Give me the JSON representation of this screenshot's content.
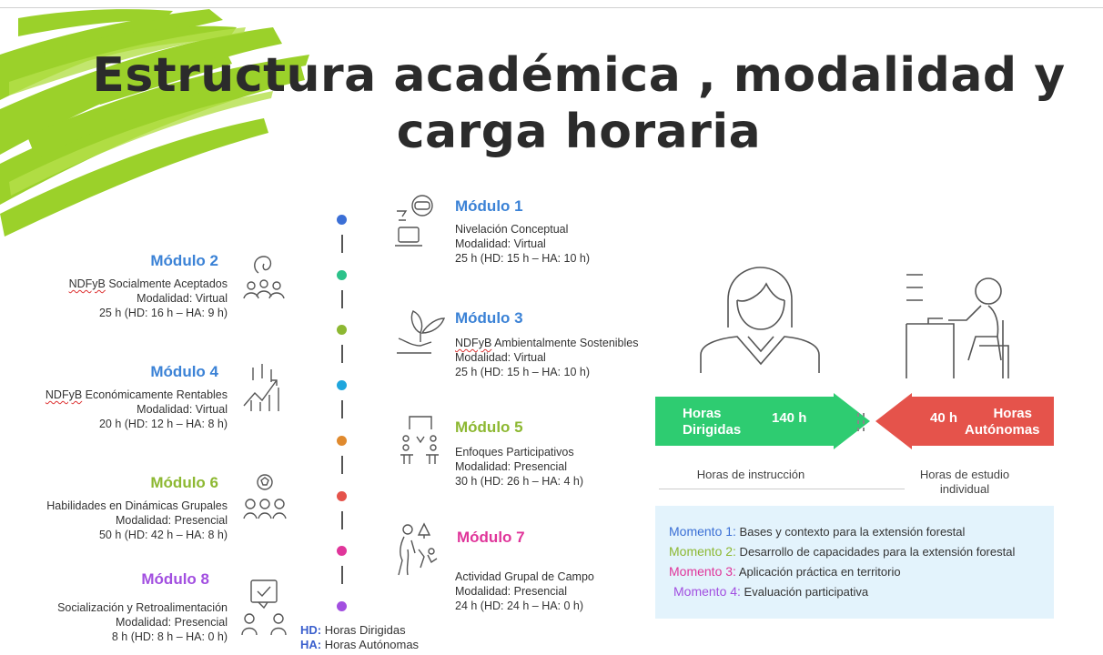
{
  "title": {
    "line1": "Estructura académica , modalidad y",
    "line2": "carga horaria"
  },
  "colors": {
    "blue": "#3b82d6",
    "green_module": "#8db832",
    "purple": "#a24fe0",
    "pink": "#e0359a",
    "brush_green": "#9bd12a",
    "arrow_green": "#2ecc71",
    "arrow_red": "#e5534b",
    "moments_bg": "#e3f3fc"
  },
  "modules": [
    {
      "title": "Módulo 1",
      "name": "Nivelación Conceptual",
      "mod": "Modalidad: Virtual",
      "hours": "25 h (HD: 15 h – HA: 10 h)",
      "icon": "vr-headset-icon"
    },
    {
      "title": "Módulo 2",
      "name_a": "NDFyB",
      "name_b": " Socialmente Aceptados",
      "mod": "Modalidad: Virtual",
      "hours": "25 h (HD: 16 h – HA: 9 h)",
      "icon": "community-icon"
    },
    {
      "title": "Módulo 3",
      "name_a": "NDFyB",
      "name_b": " Ambientalmente Sostenibles",
      "mod": "Modalidad: Virtual",
      "hours": "25 h (HD: 15 h – HA: 10 h)",
      "icon": "plant-hand-icon"
    },
    {
      "title": "Módulo 4",
      "name_a": "NDFyB",
      "name_b": " Económicamente Rentables",
      "mod": "Modalidad: Virtual",
      "hours": "20 h (HD: 12 h – HA: 8 h)",
      "icon": "growth-chart-icon"
    },
    {
      "title": "Módulo 5",
      "name": "Enfoques Participativos",
      "mod": "Modalidad: Presencial",
      "hours": "30 h (HD: 26 h – HA: 4 h)",
      "icon": "meeting-icon"
    },
    {
      "title": "Módulo 6",
      "name": "Habilidades en Dinámicas Grupales",
      "mod": "Modalidad: Presencial",
      "hours": "50 h (HD: 42 h – HA: 8 h)",
      "icon": "team-ball-icon"
    },
    {
      "title": "Módulo 7",
      "name": "Actividad Grupal de Campo",
      "mod": "Modalidad: Presencial",
      "hours": "24 h (HD: 24 h – HA: 0 h)",
      "icon": "field-hiking-icon"
    },
    {
      "title": "Módulo 8",
      "name": "Socialización y Retroalimentación",
      "mod": "Modalidad: Presencial",
      "hours": "8 h (HD: 8 h – HA: 0 h)",
      "icon": "feedback-icon"
    }
  ],
  "timeline_dot_colors": [
    "#3b6fd6",
    "#2cc28a",
    "#8db832",
    "#1fa6dd",
    "#e08a2e",
    "#e5534b",
    "#e0359a",
    "#a24fe0"
  ],
  "legend": {
    "hd_key": "HD:",
    "hd_text": " Horas Dirigidas",
    "ha_key": "HA:",
    "ha_text": " Horas Autónomas"
  },
  "hours": {
    "directed_label_1": "Horas",
    "directed_label_2": "Dirigidas",
    "directed_value": "140 h",
    "autonomous_label_1": "Horas",
    "autonomous_label_2": "Autónomas",
    "autonomous_value": "40 h",
    "caption_left": "Horas de instrucción",
    "caption_right_1": "Horas de estudio",
    "caption_right_2": "individual"
  },
  "moments": [
    {
      "key": "Momento 1:",
      "text": " Bases y contexto para la extensión forestal",
      "color": "#3b6fd6"
    },
    {
      "key": "Momento 2:",
      "text": " Desarrollo de capacidades para la extensión forestal",
      "color": "#8db832"
    },
    {
      "key": "Momento 3:",
      "text": " Aplicación práctica en territorio",
      "color": "#e0359a"
    },
    {
      "key": "Momento 4:",
      "text": " Evaluación participativa",
      "color": "#a24fe0"
    }
  ]
}
